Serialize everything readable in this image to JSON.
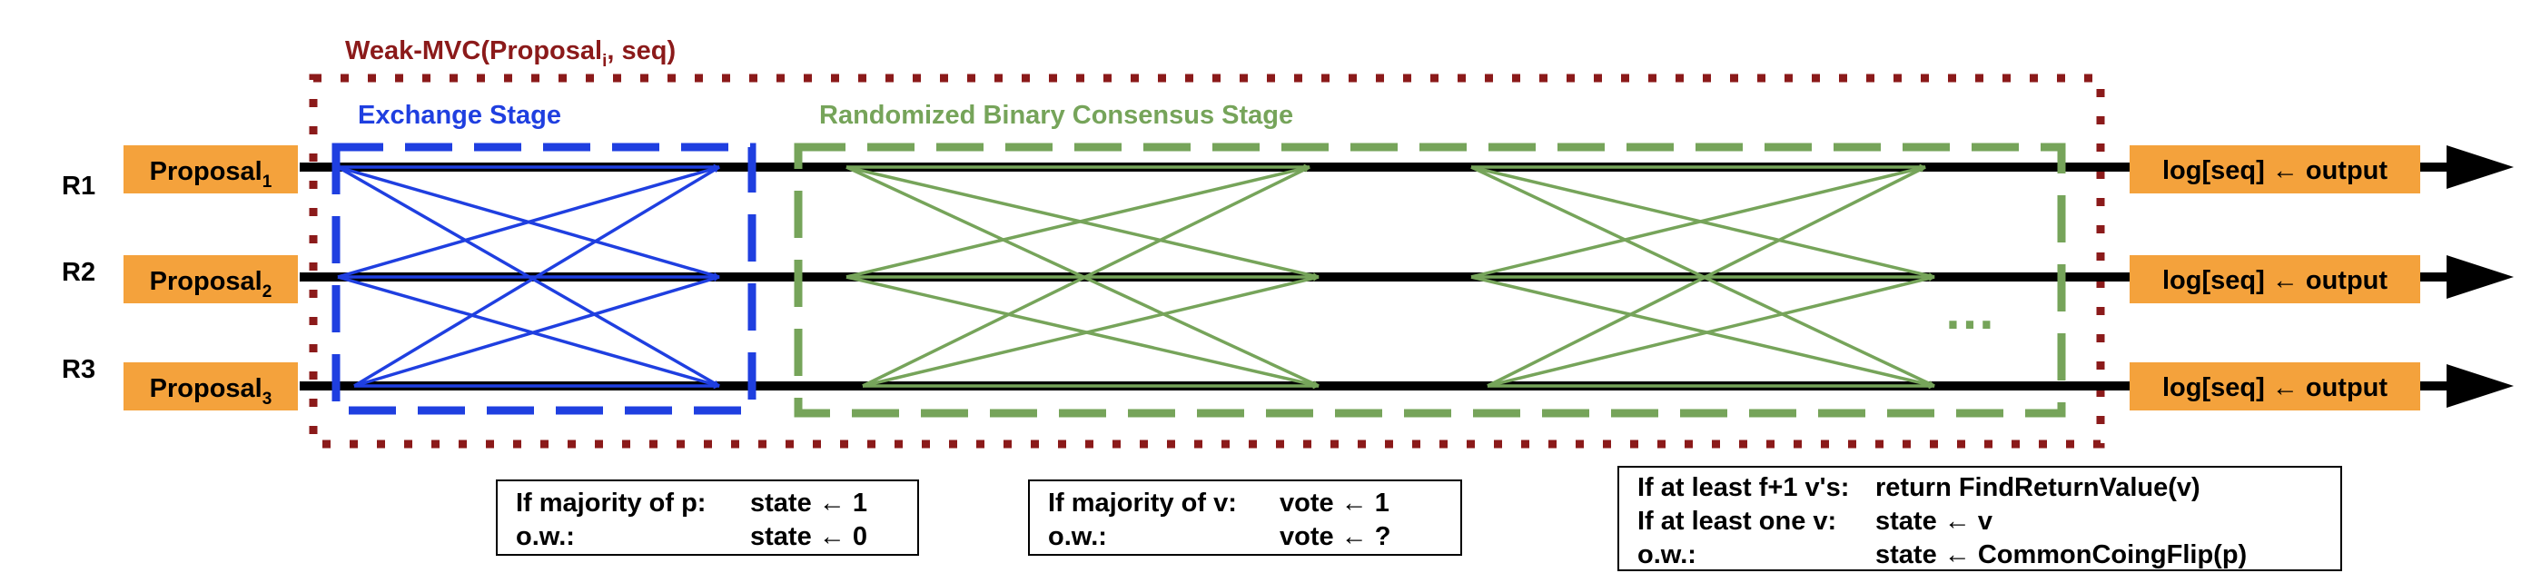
{
  "title": {
    "prefix": "Weak-MVC(Proposal",
    "subscript": "i",
    "suffix": ",  seq)"
  },
  "stages": {
    "exchange": "Exchange Stage",
    "rbc": "Randomized Binary Consensus Stage"
  },
  "replicas": [
    {
      "label": "R1",
      "proposal": "Proposal",
      "proposal_sub": "1",
      "output": "log[seq] ← output"
    },
    {
      "label": "R2",
      "proposal": "Proposal",
      "proposal_sub": "2",
      "output": "log[seq] ← output"
    },
    {
      "label": "R3",
      "proposal": "Proposal",
      "proposal_sub": "3",
      "output": "log[seq] ← output"
    }
  ],
  "ellipsis": "…",
  "rules": {
    "exchange": [
      {
        "cond": "If majority of p:",
        "action": "state ← 1"
      },
      {
        "cond": "o.w.:",
        "action": "state ← 0"
      }
    ],
    "vote": [
      {
        "cond": "If majority of v:",
        "action": "vote ← 1"
      },
      {
        "cond": "o.w.:",
        "action": "vote ← ?"
      }
    ],
    "decide": [
      {
        "cond": "If at least f+1 v's:",
        "action": "return FindReturnValue(v)"
      },
      {
        "cond": "If at least one v:",
        "action": "state ← v"
      },
      {
        "cond": "o.w.:",
        "action": "state ← CommonCoingFlip(p)"
      }
    ]
  },
  "colors": {
    "title": "#8b1a1a",
    "outer_border": "#8b1a1a",
    "exchange": "#1f3fe0",
    "rbc": "#76a45a",
    "proposal_fill": "#f4a23c",
    "timeline": "#000000"
  }
}
